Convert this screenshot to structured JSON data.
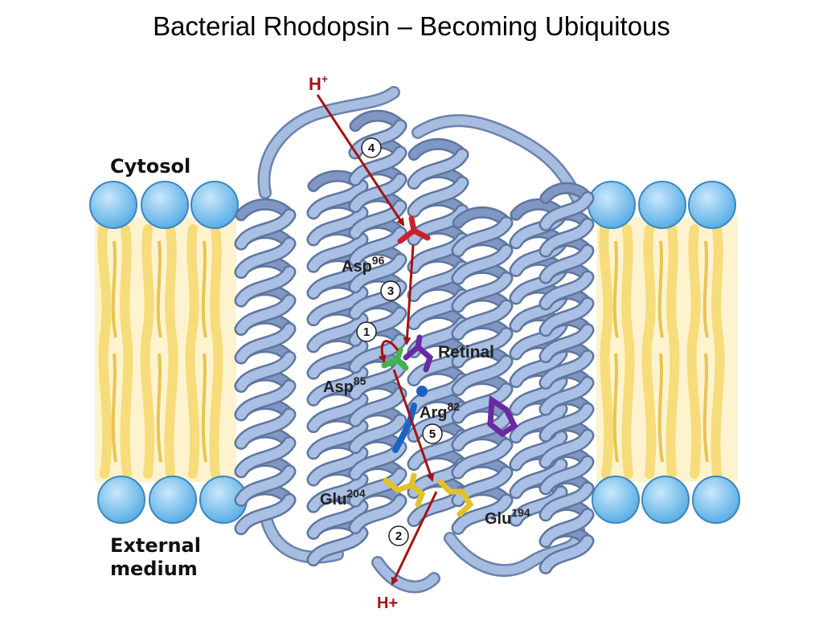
{
  "title": "Bacterial Rhodopsin – Becoming Ubiquitous",
  "labels": {
    "cytosol": "Cytosol",
    "external_line1": "External",
    "external_line2": "medium",
    "proton_in": "H",
    "proton_in_sup": "+",
    "proton_out": "H+",
    "retinal": "Retinal",
    "asp96": "Asp",
    "asp96_sup": "96",
    "asp85": "Asp",
    "asp85_sup": "85",
    "arg82": "Arg",
    "arg82_sup": "82",
    "glu204": "Glu",
    "glu204_sup": "204",
    "glu194": "Glu",
    "glu194_sup": "194"
  },
  "steps": [
    "1",
    "2",
    "3",
    "4",
    "5"
  ],
  "colors": {
    "protein": "#94abd2",
    "protein_dark": "#6a82ad",
    "arrow": "#a31313",
    "lipid_head": "#7cc1ee",
    "lipid_tail": "#f6dc7a",
    "membrane_bg": "#fdf3cf",
    "asp96": "#c8232c",
    "asp85": "#3fb54a",
    "retinal": "#6a2aa2",
    "arg82": "#1d63c4",
    "glu": "#e2c22a"
  }
}
